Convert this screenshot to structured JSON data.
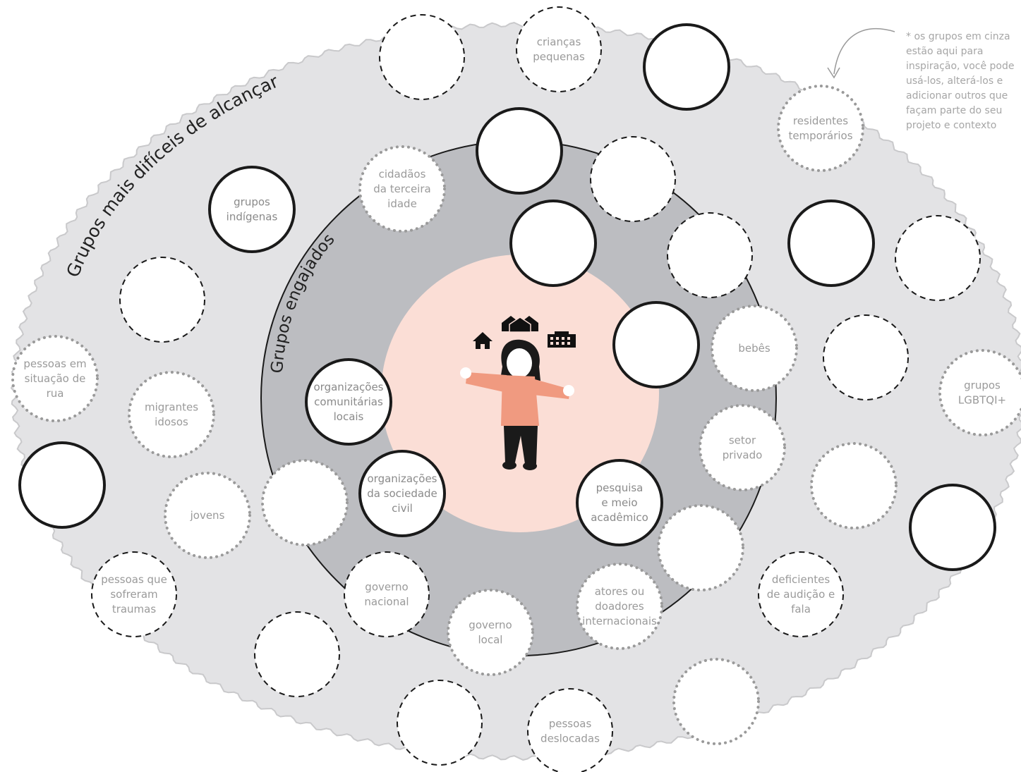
{
  "outer_ring_title": "Grupos mais difíceis de alcançar",
  "inner_ring_title": "Grupos engajados",
  "note_lines": [
    "* os grupos em cinza",
    "estão aqui para",
    "inspiração, você pode",
    "usá-los, alterá-los e",
    "adicionar outros que",
    "façam parte do seu",
    "projeto e contexto"
  ],
  "center_icons": [
    "house-icon",
    "houses-icon",
    "buildings-icon"
  ],
  "groups": [
    {
      "name": "group-criancas-pequenas",
      "lines": [
        "crianças",
        "pequenas"
      ],
      "style": "dashed"
    },
    {
      "name": "group-residentes-temporarios",
      "lines": [
        "residentes",
        "temporários"
      ],
      "style": "dotted"
    },
    {
      "name": "group-grupos-indigenas",
      "lines": [
        "grupos",
        "indígenas"
      ],
      "style": "solid"
    },
    {
      "name": "group-cidadaos-terceira-idade",
      "lines": [
        "cidadãos",
        "da terceira",
        "idade"
      ],
      "style": "dotted"
    },
    {
      "name": "group-pessoas-situacao-de-rua",
      "lines": [
        "pessoas em",
        "situação de",
        "rua"
      ],
      "style": "dotted"
    },
    {
      "name": "group-migrantes-idosos",
      "lines": [
        "migrantes",
        "idosos"
      ],
      "style": "dotted"
    },
    {
      "name": "group-organizacoes-comunitarias",
      "lines": [
        "organizações",
        "comunitárias",
        "locais"
      ],
      "style": "solid"
    },
    {
      "name": "group-bebes",
      "lines": [
        "bebês"
      ],
      "style": "dotted"
    },
    {
      "name": "group-grupos-lgbtqi",
      "lines": [
        "grupos",
        "LGBTQI+"
      ],
      "style": "dotted"
    },
    {
      "name": "group-setor-privado",
      "lines": [
        "setor",
        "privado"
      ],
      "style": "dotted"
    },
    {
      "name": "group-organizacoes-sociedade-civil",
      "lines": [
        "organizações",
        "da sociedade",
        "civil"
      ],
      "style": "solid"
    },
    {
      "name": "group-jovens",
      "lines": [
        "jovens"
      ],
      "style": "dotted"
    },
    {
      "name": "group-pesquisa-meio-academico",
      "lines": [
        "pesquisa",
        "e meio",
        "acadêmico"
      ],
      "style": "solid"
    },
    {
      "name": "group-pessoas-traumas",
      "lines": [
        "pessoas que",
        "sofreram",
        "traumas"
      ],
      "style": "dashed"
    },
    {
      "name": "group-governo-nacional",
      "lines": [
        "governo",
        "nacional"
      ],
      "style": "dashed"
    },
    {
      "name": "group-atores-doadores",
      "lines": [
        "atores ou",
        "doadores",
        "internacionais"
      ],
      "style": "dotted"
    },
    {
      "name": "group-deficientes-audicao-fala",
      "lines": [
        "deficientes",
        "de audição e",
        "fala"
      ],
      "style": "dashed"
    },
    {
      "name": "group-governo-local",
      "lines": [
        "governo",
        "local"
      ],
      "style": "dotted"
    },
    {
      "name": "group-pessoas-deslocadas",
      "lines": [
        "pessoas",
        "deslocadas"
      ],
      "style": "dashed"
    }
  ]
}
